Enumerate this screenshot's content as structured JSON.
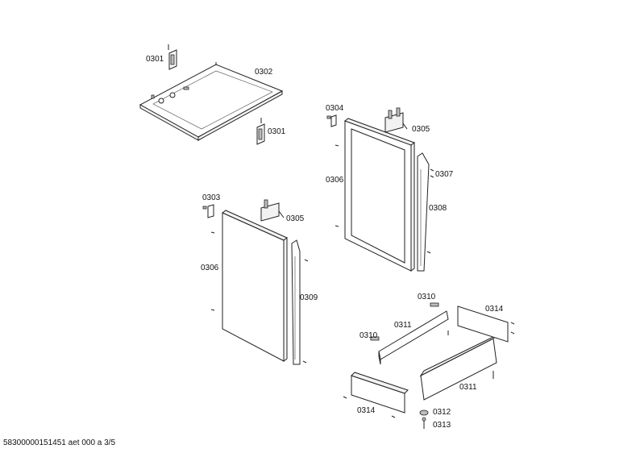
{
  "labels": {
    "p0301a": "0301",
    "p0302": "0302",
    "p0301b": "0301",
    "p0304": "0304",
    "p0305a": "0305",
    "p0306a": "0306",
    "p0307": "0307",
    "p0308": "0308",
    "p0303": "0303",
    "p0305b": "0305",
    "p0306b": "0306",
    "p0309": "0309",
    "p0310a": "0310",
    "p0314a": "0314",
    "p0311a": "0311",
    "p0310b": "0310",
    "p0311b": "0311",
    "p0314b": "0314",
    "p0312": "0312",
    "p0313": "0313"
  },
  "footer": "58300000151451 aet 000 a 3/5"
}
